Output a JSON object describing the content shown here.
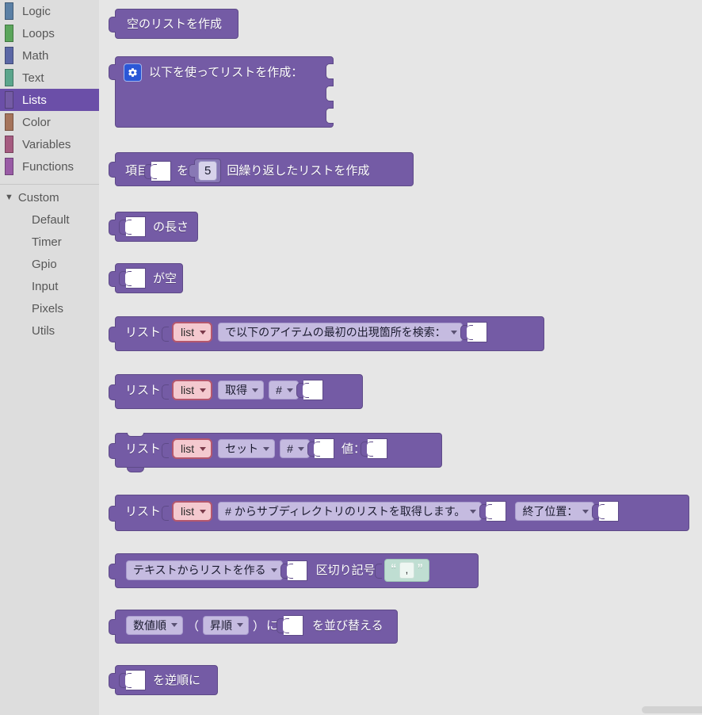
{
  "toolbox": {
    "categories": [
      {
        "label": "Logic",
        "color": "#5b80a5",
        "selected": false
      },
      {
        "label": "Loops",
        "color": "#5ba55b",
        "selected": false
      },
      {
        "label": "Math",
        "color": "#5b67a5",
        "selected": false
      },
      {
        "label": "Text",
        "color": "#5ba58c",
        "selected": false
      },
      {
        "label": "Lists",
        "color": "#745ba5",
        "selected": true
      },
      {
        "label": "Color",
        "color": "#a5745b",
        "selected": false
      },
      {
        "label": "Variables",
        "color": "#a55b80",
        "selected": false
      },
      {
        "label": "Functions",
        "color": "#995ba5",
        "selected": false
      }
    ],
    "custom": {
      "label": "Custom",
      "expand_icon": "▼",
      "children": [
        {
          "label": "Default"
        },
        {
          "label": "Timer"
        },
        {
          "label": "Gpio"
        },
        {
          "label": "Input"
        },
        {
          "label": "Pixels"
        },
        {
          "label": "Utils"
        }
      ]
    }
  },
  "flyout": {
    "blocks": {
      "create_empty_list": {
        "label": "空のリストを作成"
      },
      "create_list_with": {
        "label": "以下を使ってリストを作成：",
        "mutator_icon": "gear-icon",
        "socket_count": 3
      },
      "create_list_repeat": {
        "prefix": "項目",
        "middle": "を",
        "number_value": "5",
        "suffix": "回繰り返したリストを作成"
      },
      "length_of": {
        "label": "の長さ"
      },
      "is_empty": {
        "label": "が空"
      },
      "index_of": {
        "prefix": "リスト",
        "variable": "list",
        "dropdown": "で以下のアイテムの最初の出現箇所を検索："
      },
      "get_index": {
        "prefix": "リスト",
        "variable": "list",
        "mode": "取得",
        "where": "#"
      },
      "set_index": {
        "prefix": "リスト",
        "variable": "list",
        "mode": "セット",
        "where": "#",
        "value_label": "値："
      },
      "get_sublist": {
        "prefix": "リスト",
        "variable": "list",
        "start": "# からサブディレクトリのリストを取得します。",
        "end": "終了位置："
      },
      "split": {
        "mode": "テキストからリストを作る",
        "delim_label": "区切り記号",
        "open_quote": "“",
        "delim_value": ",",
        "close_quote": "”"
      },
      "sort": {
        "type": "数値順",
        "paren_open": "（",
        "direction": "昇順",
        "paren_close": "）",
        "particle": "に",
        "suffix": "を並び替える"
      },
      "reverse": {
        "label": "を逆順に"
      }
    }
  },
  "scrollbar": {
    "name": "horizontal-scrollbar"
  }
}
